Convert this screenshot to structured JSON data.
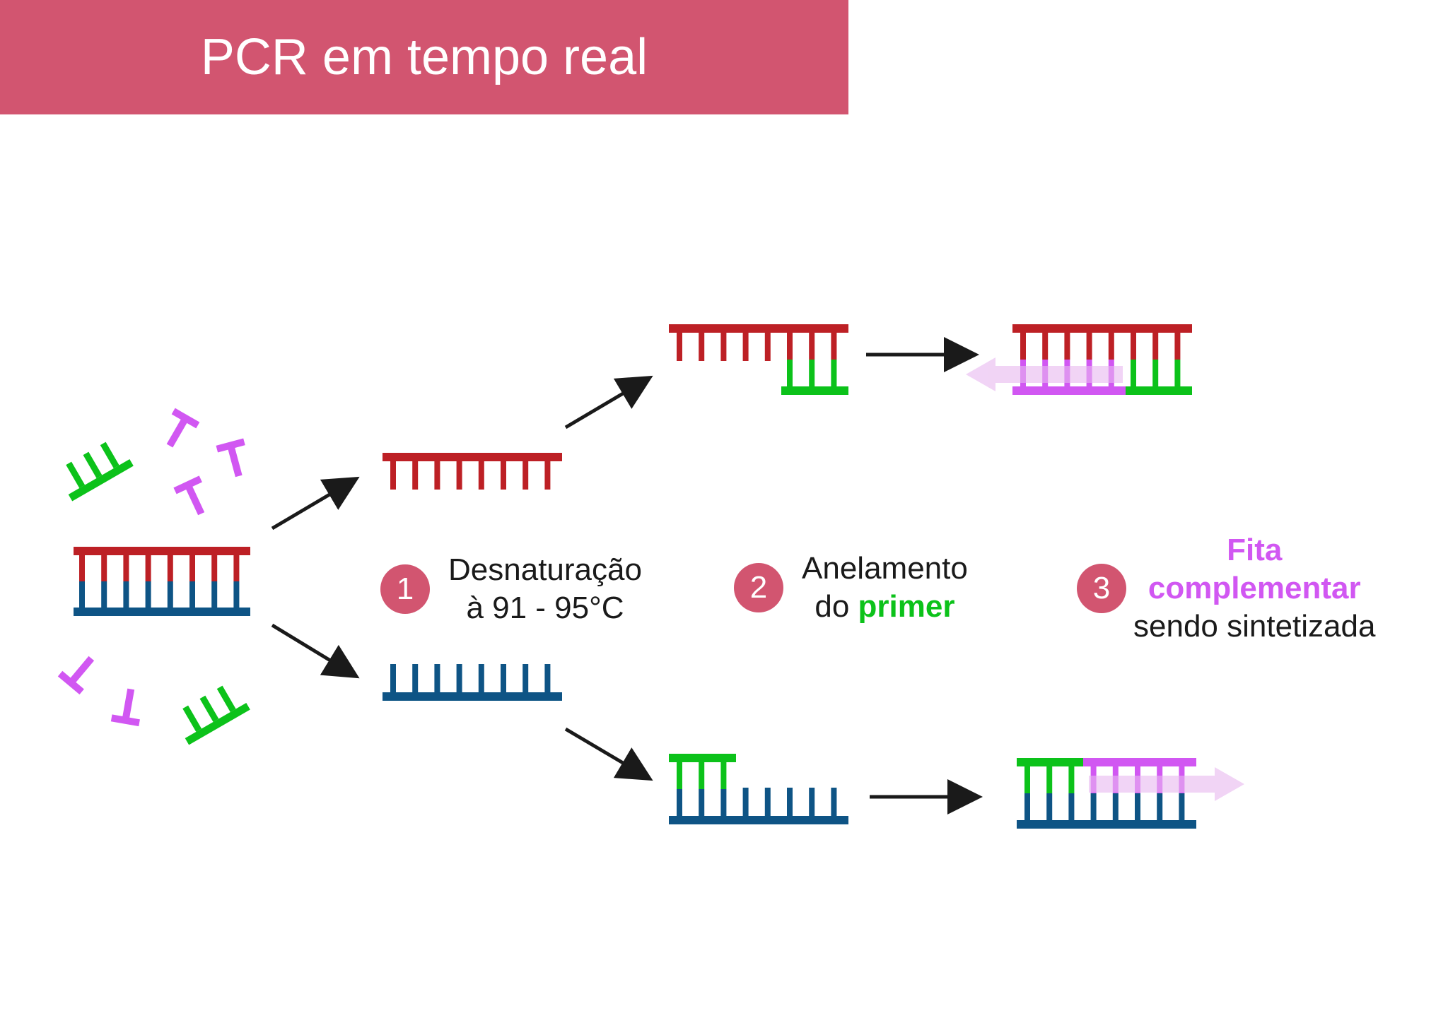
{
  "header": {
    "title": "PCR em tempo real",
    "background": "#d25570"
  },
  "steps": [
    {
      "number": "1",
      "line1": "Desnaturação",
      "line2": "à 91 - 95°C"
    },
    {
      "number": "2",
      "line1": "Anelamento",
      "line2_prefix": "do ",
      "line2_accent": "primer"
    },
    {
      "number": "3",
      "line1_accent": "Fita",
      "line2_accent": "complementar",
      "line3": "sendo sintetizada"
    }
  ],
  "colors": {
    "badge": "#d25570",
    "strand_top": "#bd2025",
    "strand_bottom": "#0e5485",
    "primer": "#0cc21a",
    "probe": "#d157f2",
    "synthesis_arrow": "#e8b8f0",
    "arrow": "#1a1a1a",
    "text": "#1a1a1a"
  }
}
